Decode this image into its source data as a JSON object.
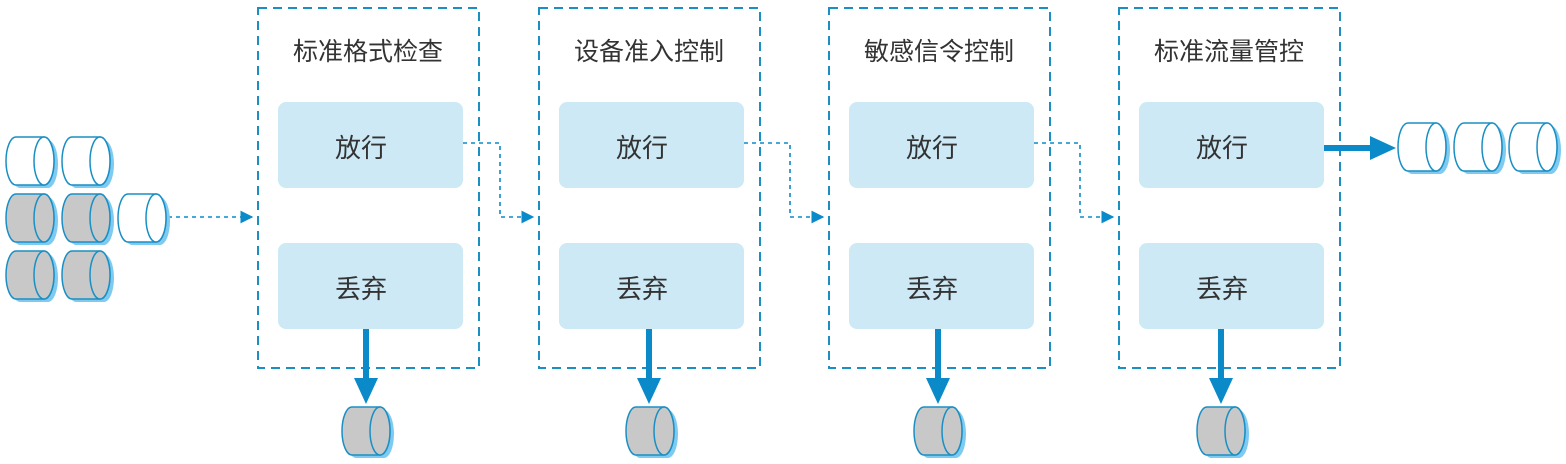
{
  "colors": {
    "stage_border": "#1a8fc4",
    "action_fill": "#cde9f6",
    "arrow": "#0a8ac8",
    "packet_pass_fill": "#ffffff",
    "packet_drop_fill": "#c8c8c8",
    "packet_shadow": "#7fcaf0",
    "packet_stroke": "#1a8fc4",
    "text": "#333333"
  },
  "stages": [
    {
      "title": "标准格式检查",
      "pass_label": "放行",
      "drop_label": "丢弃"
    },
    {
      "title": "设备准入控制",
      "pass_label": "放行",
      "drop_label": "丢弃"
    },
    {
      "title": "敏感信令控制",
      "pass_label": "放行",
      "drop_label": "丢弃"
    },
    {
      "title": "标准流量管控",
      "pass_label": "放行",
      "drop_label": "丢弃"
    }
  ],
  "input_packets": [
    {
      "type": "pass"
    },
    {
      "type": "pass"
    },
    {
      "type": "drop"
    },
    {
      "type": "drop"
    },
    {
      "type": "drop"
    },
    {
      "type": "drop"
    },
    {
      "type": "pass"
    }
  ],
  "output_packets": [
    {
      "type": "pass"
    },
    {
      "type": "pass"
    },
    {
      "type": "pass"
    }
  ],
  "dropped_packets": [
    {
      "type": "drop"
    },
    {
      "type": "drop"
    },
    {
      "type": "drop"
    },
    {
      "type": "drop"
    }
  ]
}
